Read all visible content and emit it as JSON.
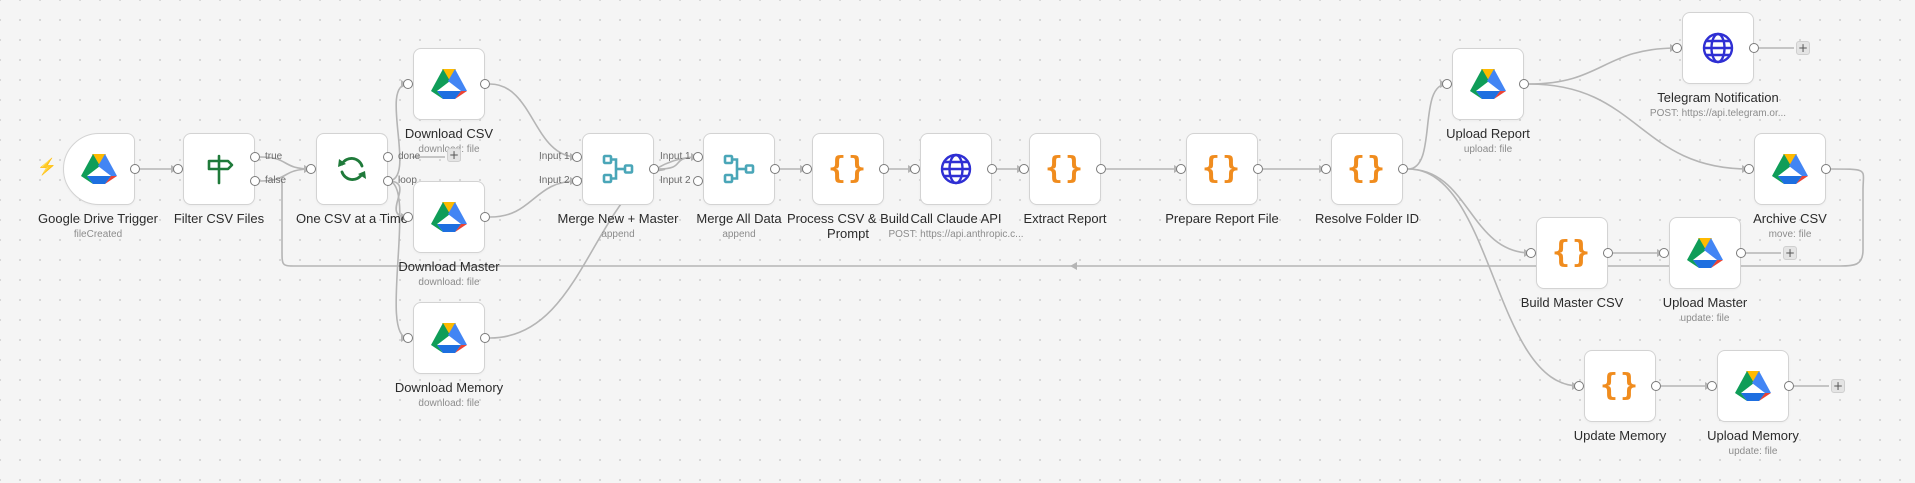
{
  "colors": {
    "canvas": "#f5f5f5",
    "edge": "#b5b5b5",
    "code": "#f08c1e",
    "http": "#2f2fd3",
    "merge": "#4aa6b8",
    "logic": "#1f7a3a",
    "trigger_bolt": "#ff6d5a"
  },
  "nodes": [
    {
      "id": "gdrive-trigger",
      "label": "Google Drive Trigger",
      "sub": "fileCreated",
      "icon": "google-drive-icon"
    },
    {
      "id": "filter-csv",
      "label": "Filter CSV Files",
      "sub": "",
      "icon": "signpost-icon"
    },
    {
      "id": "one-csv",
      "label": "One CSV at a Time",
      "sub": "",
      "icon": "loop-icon"
    },
    {
      "id": "download-csv",
      "label": "Download CSV",
      "sub": "download: file",
      "icon": "google-drive-icon"
    },
    {
      "id": "download-master",
      "label": "Download Master",
      "sub": "download: file",
      "icon": "google-drive-icon"
    },
    {
      "id": "download-memory",
      "label": "Download Memory",
      "sub": "download: file",
      "icon": "google-drive-icon"
    },
    {
      "id": "merge-new-master",
      "label": "Merge New + Master",
      "sub": "append",
      "icon": "merge-icon"
    },
    {
      "id": "merge-all",
      "label": "Merge All Data",
      "sub": "append",
      "icon": "merge-icon"
    },
    {
      "id": "process-csv",
      "label": "Process CSV & Build Prompt",
      "sub": "",
      "icon": "code-icon"
    },
    {
      "id": "call-claude",
      "label": "Call Claude API",
      "sub": "POST: https://api.anthropic.c...",
      "icon": "globe-icon"
    },
    {
      "id": "extract-report",
      "label": "Extract Report",
      "sub": "",
      "icon": "code-icon"
    },
    {
      "id": "prepare-report",
      "label": "Prepare Report File",
      "sub": "",
      "icon": "code-icon"
    },
    {
      "id": "resolve-folder",
      "label": "Resolve Folder ID",
      "sub": "",
      "icon": "code-icon"
    },
    {
      "id": "upload-report",
      "label": "Upload Report",
      "sub": "upload: file",
      "icon": "google-drive-icon"
    },
    {
      "id": "telegram",
      "label": "Telegram Notification",
      "sub": "POST: https://api.telegram.or...",
      "icon": "globe-icon"
    },
    {
      "id": "archive-csv",
      "label": "Archive CSV",
      "sub": "move: file",
      "icon": "google-drive-icon"
    },
    {
      "id": "build-master",
      "label": "Build Master CSV",
      "sub": "",
      "icon": "code-icon"
    },
    {
      "id": "upload-master",
      "label": "Upload Master",
      "sub": "update: file",
      "icon": "google-drive-icon"
    },
    {
      "id": "update-memory",
      "label": "Update Memory",
      "sub": "",
      "icon": "code-icon"
    },
    {
      "id": "upload-memory",
      "label": "Upload Memory",
      "sub": "update: file",
      "icon": "google-drive-icon"
    }
  ],
  "port_labels": {
    "filter_true": "true",
    "filter_false": "false",
    "loop_done": "done",
    "loop_loop": "loop",
    "merge1_in1": "Input 1",
    "merge1_in2": "Input 2",
    "merge2_in1": "Input 1",
    "merge2_in2": "Input 2"
  },
  "plus_symbol": "+",
  "trigger_symbol": "ϟ"
}
